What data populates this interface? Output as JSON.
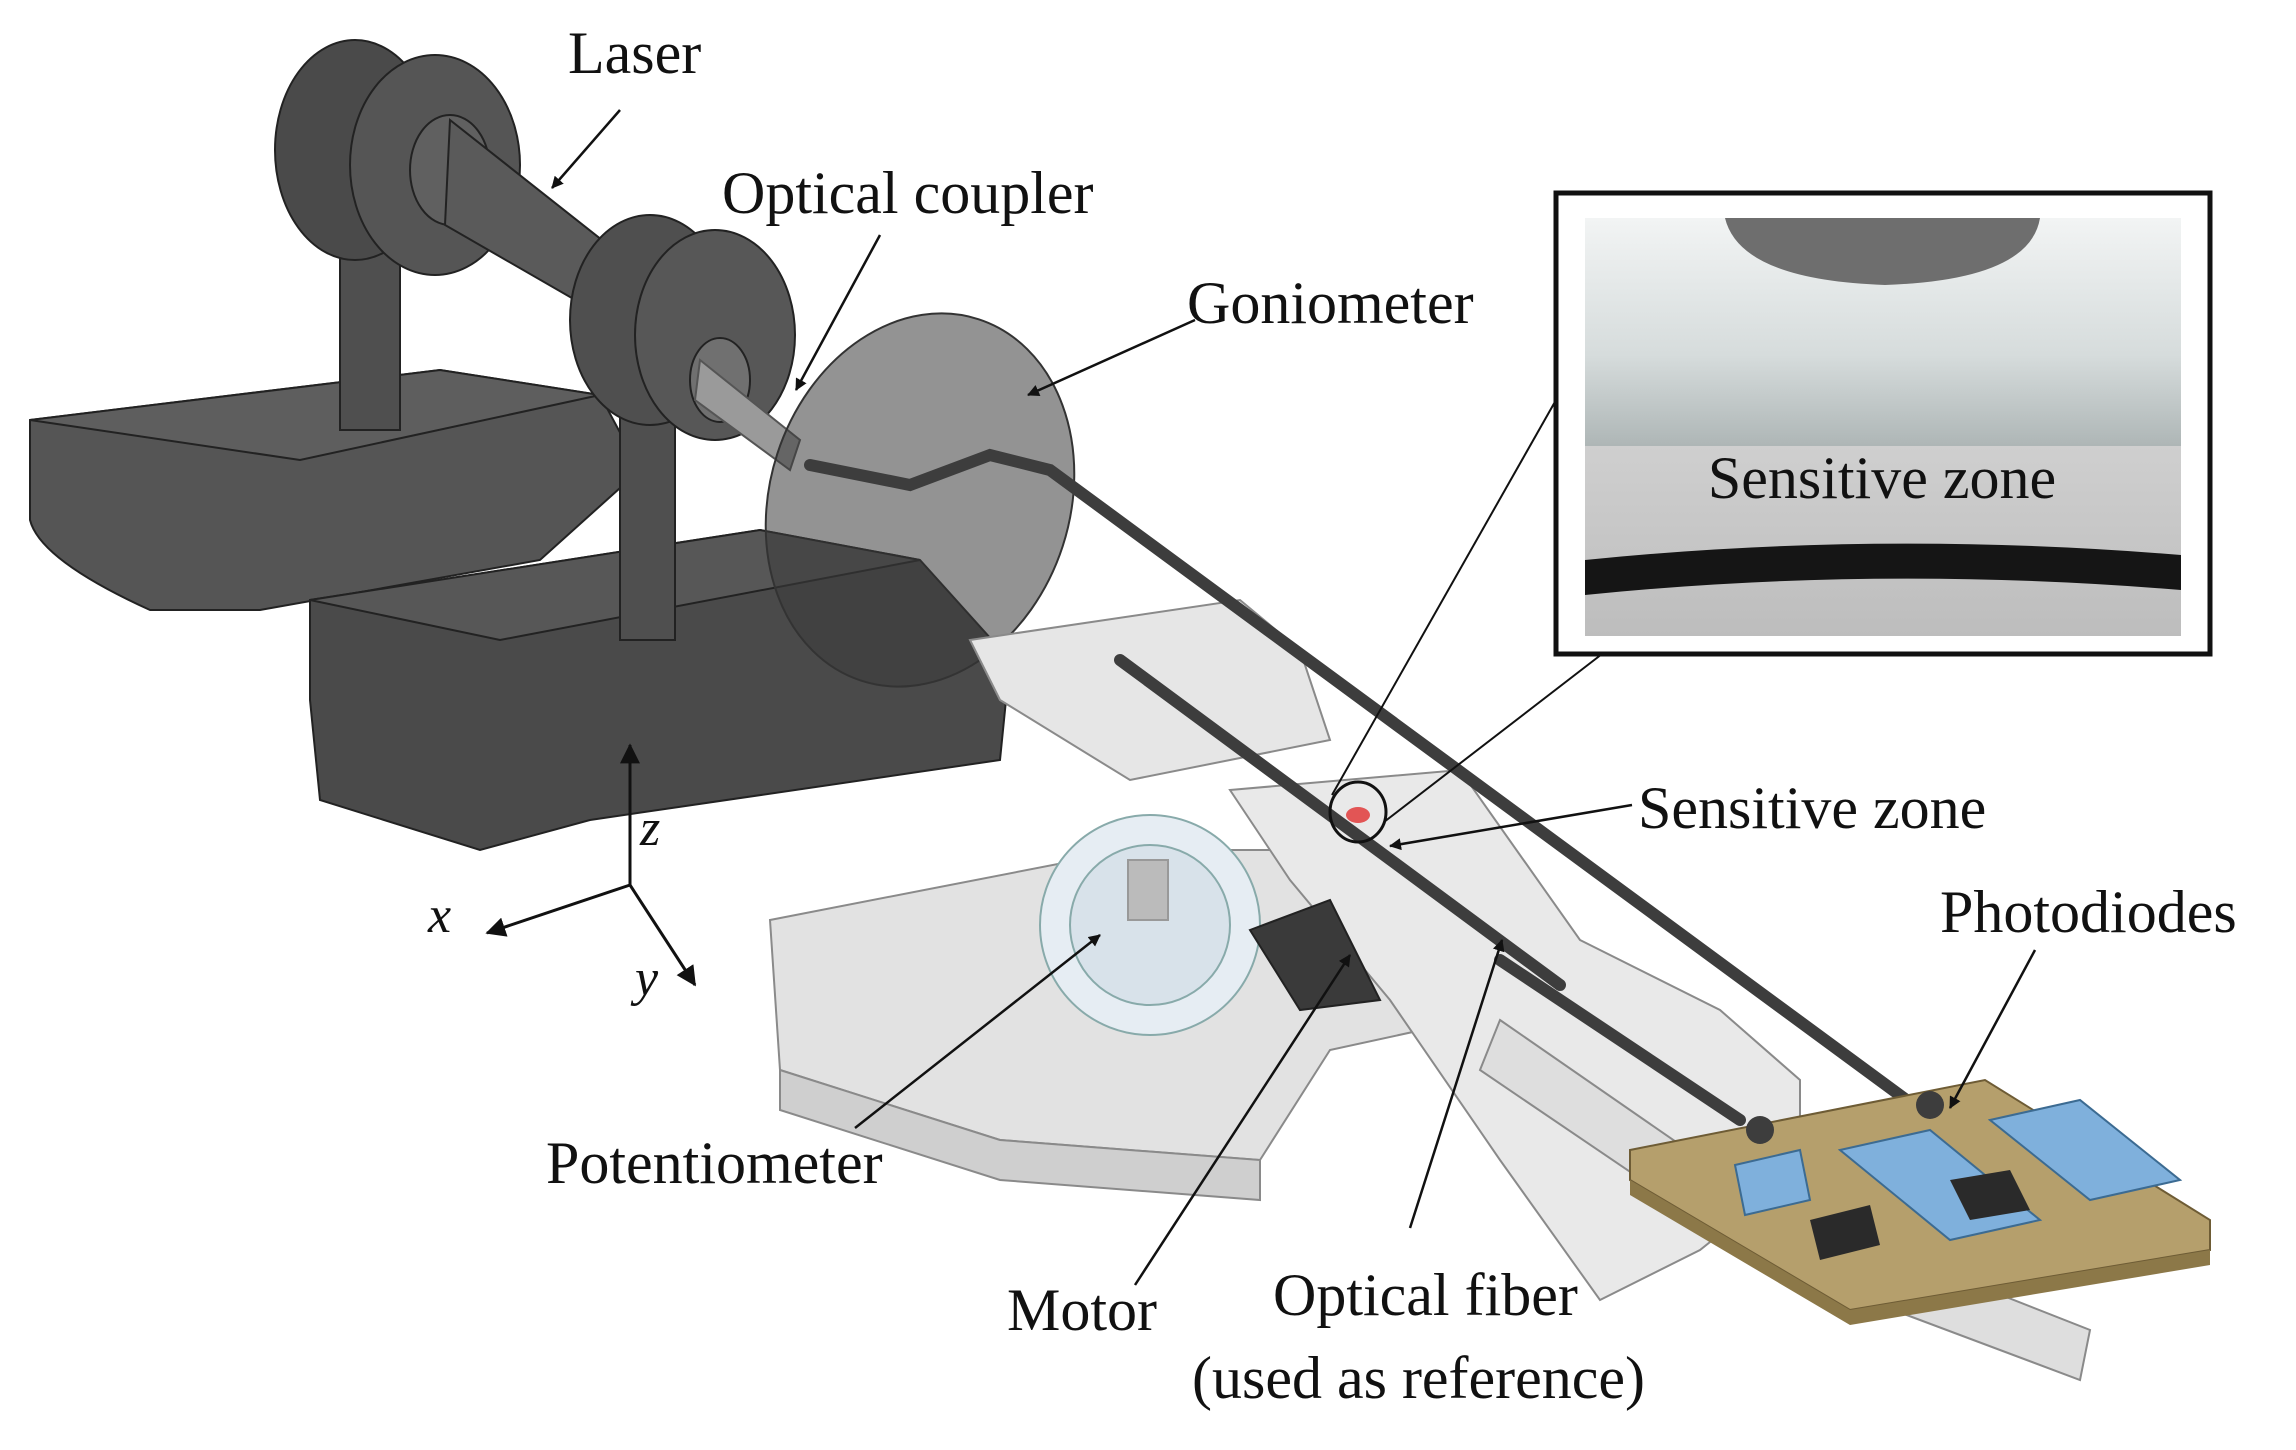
{
  "labels": {
    "laser": "Laser",
    "optical_coupler": "Optical coupler",
    "goniometer": "Goniometer",
    "sensitive_zone": "Sensitive zone",
    "photodiodes": "Photodiodes",
    "potentiometer": "Potentiometer",
    "motor": "Motor",
    "optical_fiber_line1": "Optical fiber",
    "optical_fiber_line2": "(used as reference)"
  },
  "inset": {
    "caption": "Sensitive zone"
  },
  "axes": {
    "x": "x",
    "y": "y",
    "z": "z"
  },
  "colors": {
    "dark_body": "#4d4d4d",
    "light_body": "#dcdcdc",
    "pcb": "#b59f6c",
    "photodiode": "#7fb0dc",
    "highlight": "#e25555"
  }
}
